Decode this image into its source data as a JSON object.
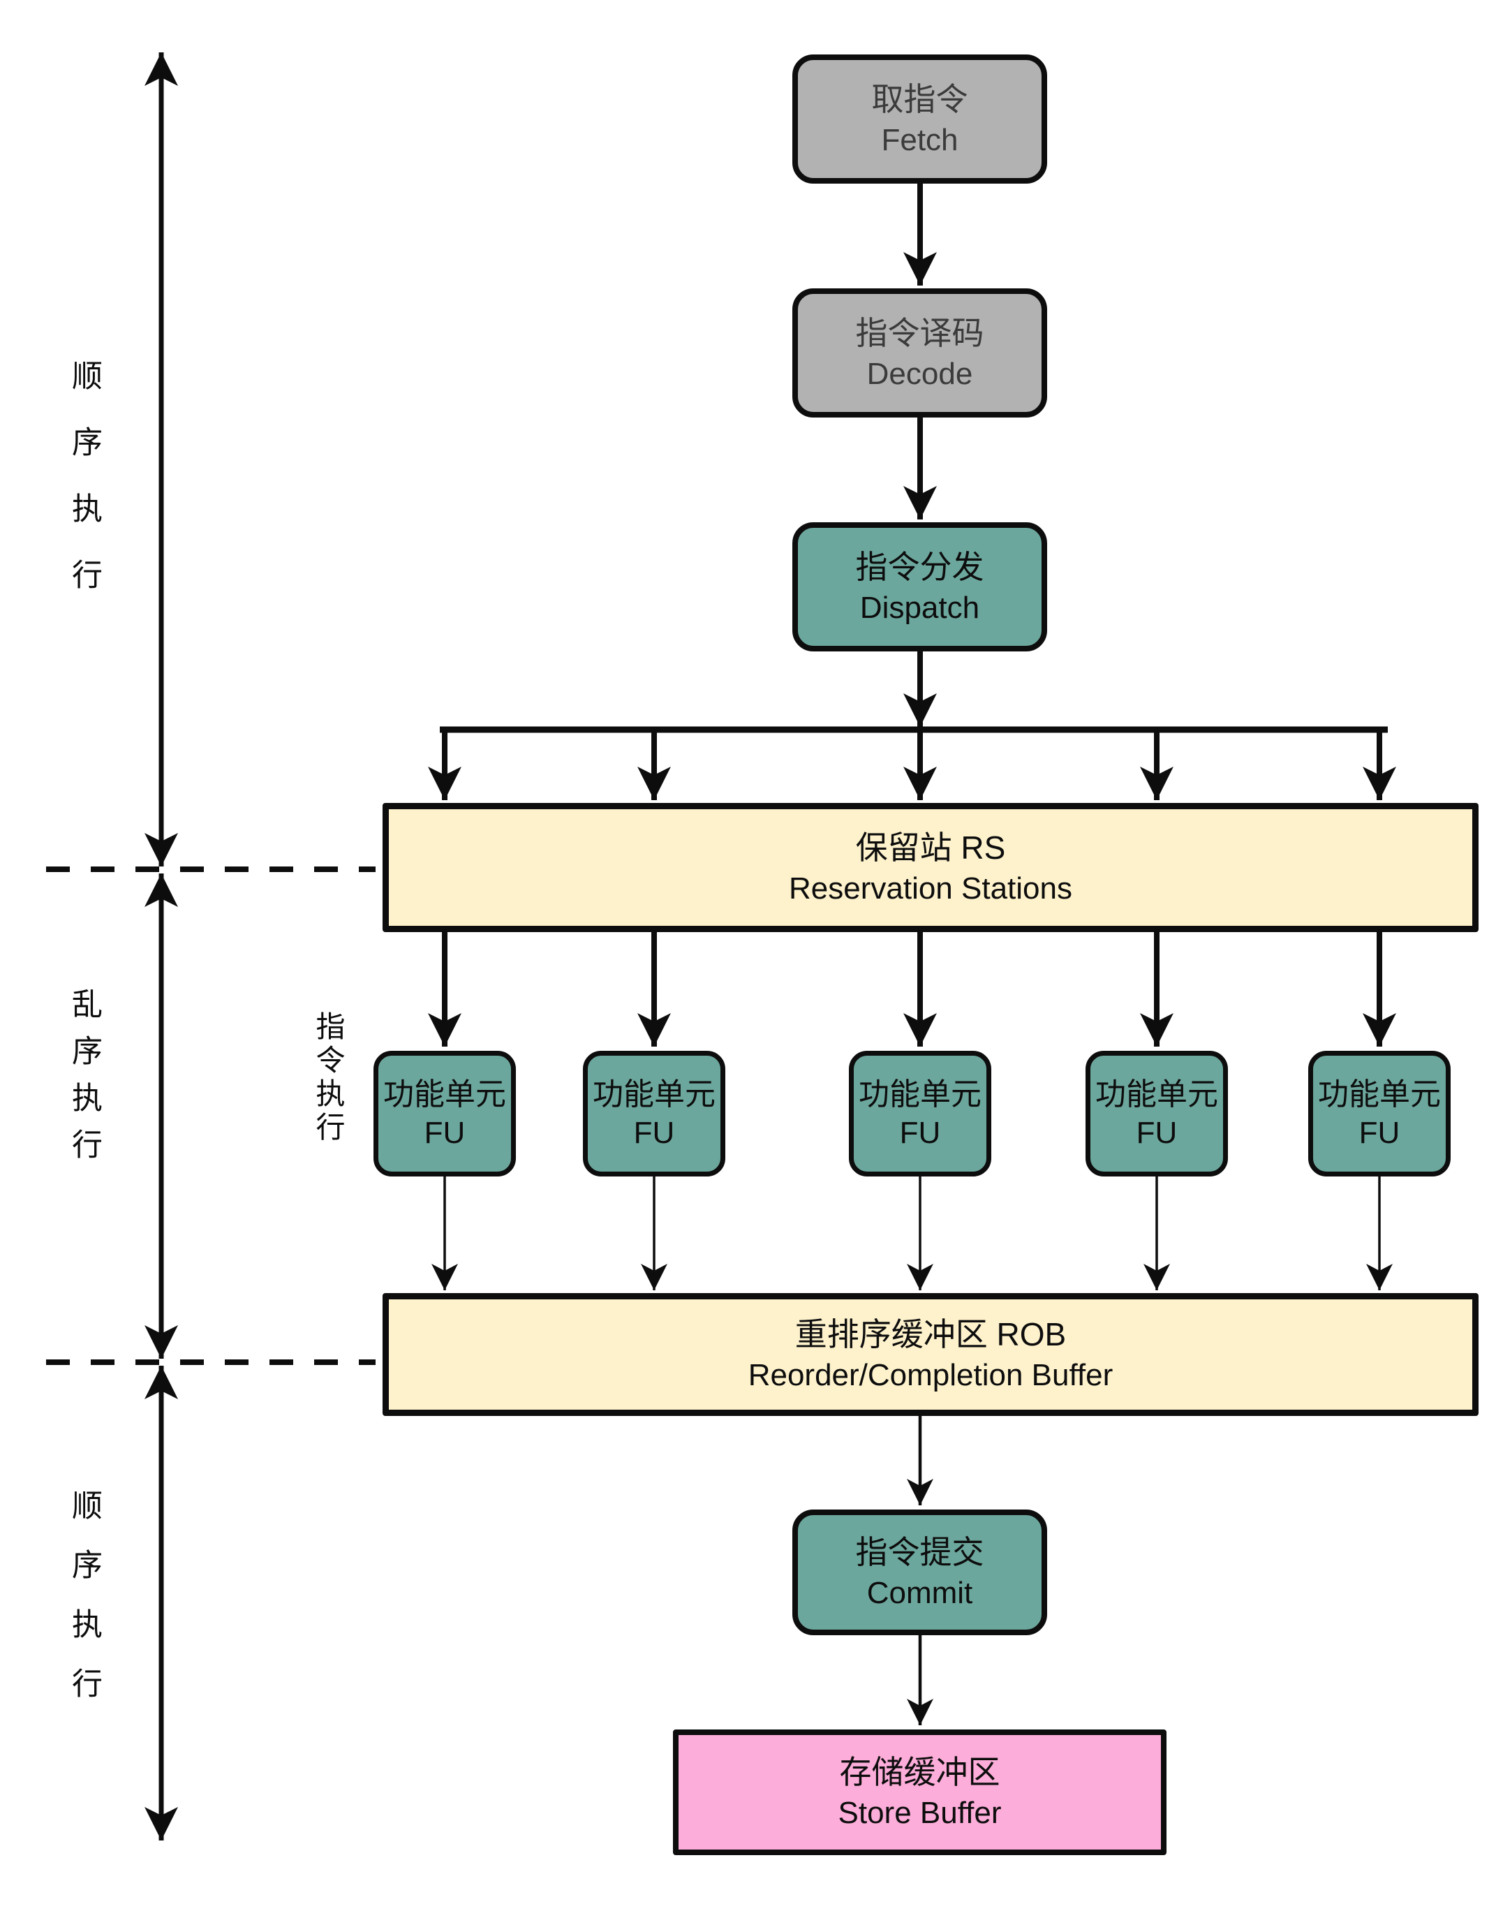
{
  "diagram": {
    "side_labels": {
      "top": "顺序执行",
      "middle": "乱序执行",
      "bottom": "顺序执行",
      "fu_row": "指令执行"
    },
    "nodes": {
      "fetch": {
        "zh": "取指令",
        "en": "Fetch"
      },
      "decode": {
        "zh": "指令译码",
        "en": "Decode"
      },
      "dispatch": {
        "zh": "指令分发",
        "en": "Dispatch"
      },
      "rs": {
        "zh": "保留站 RS",
        "en": "Reservation Stations"
      },
      "fu": {
        "zh": "功能单元",
        "en": "FU"
      },
      "rob": {
        "zh": "重排序缓冲区 ROB",
        "en": "Reorder/Completion Buffer"
      },
      "commit": {
        "zh": "指令提交",
        "en": "Commit"
      },
      "store": {
        "zh": "存储缓冲区",
        "en": "Store Buffer"
      }
    },
    "colors": {
      "stage_gray": "#b2b2b2",
      "stage_teal": "#6ca79d",
      "buffer_cream": "#fdf2cc",
      "store_pink": "#fcadd9",
      "line_black": "#0d0d0d",
      "gray_text": "#3b3b3b"
    }
  }
}
